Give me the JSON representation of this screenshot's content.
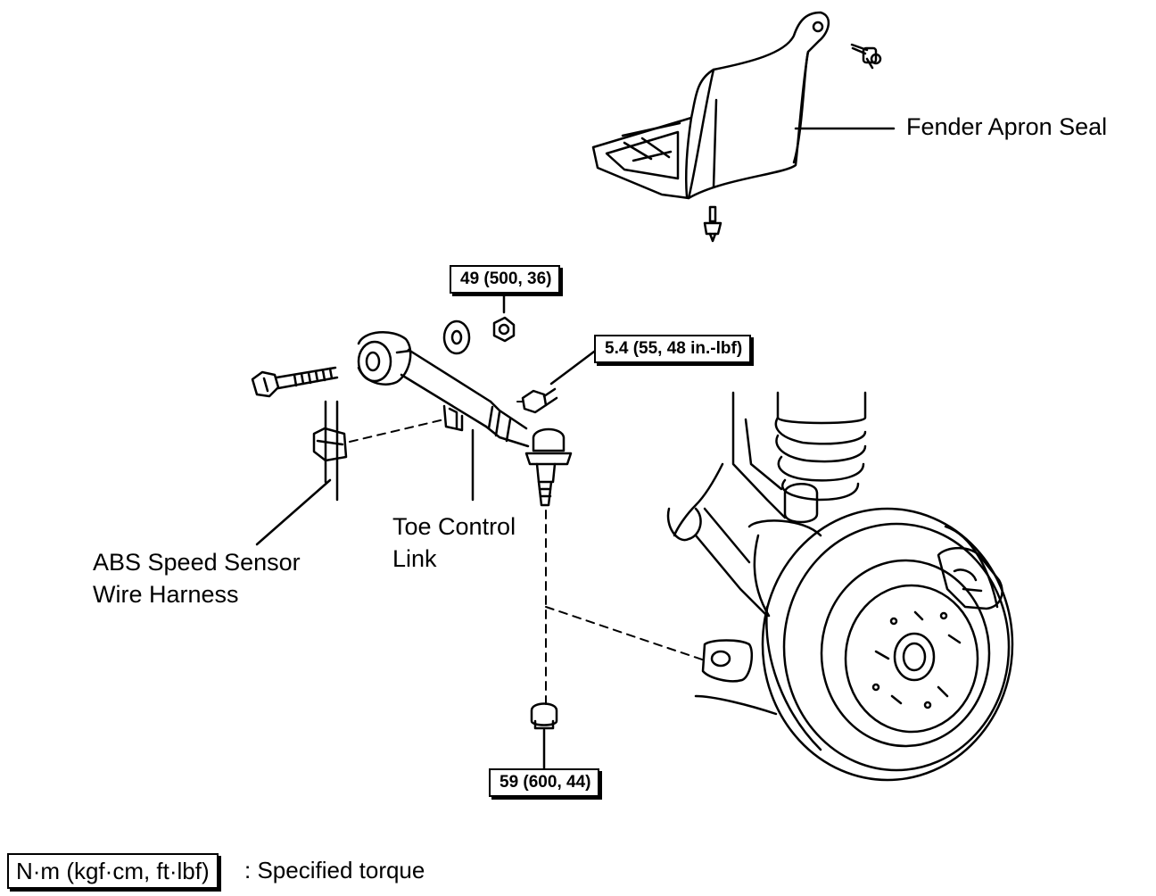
{
  "labels": {
    "fender_apron_seal": "Fender Apron Seal",
    "toe_control_link": [
      "Toe Control",
      "Link"
    ],
    "abs_harness": [
      "ABS Speed Sensor",
      "Wire Harness"
    ]
  },
  "torques": {
    "upper_nut": "49 (500, 36)",
    "sensor_bolt": "5.4 (55, 48 in.-lbf)",
    "lower_nut": "59 (600, 44)"
  },
  "legend": {
    "unit_box": "N·m (kgf·cm, ft·lbf)",
    "description": ": Specified torque"
  }
}
